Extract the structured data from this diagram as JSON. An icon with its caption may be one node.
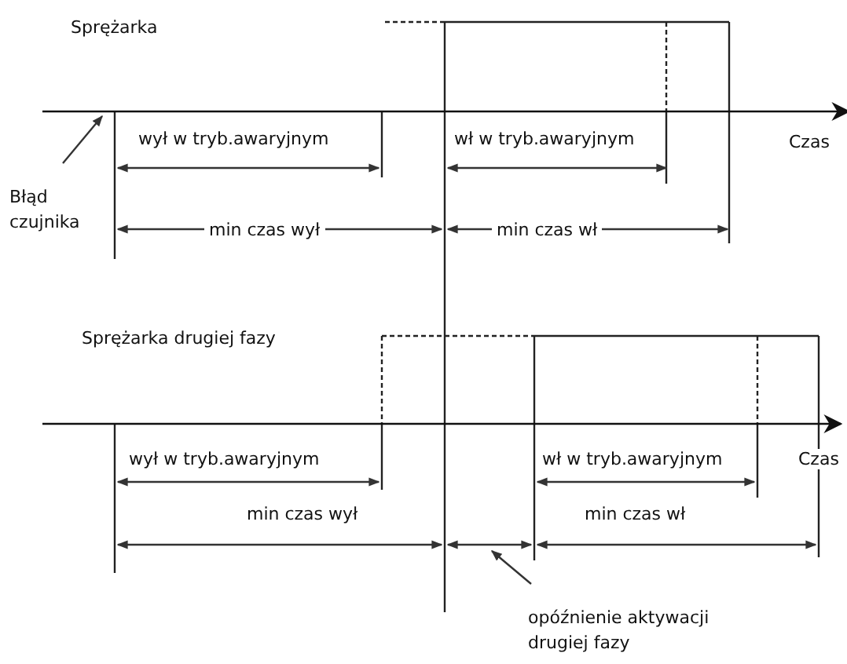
{
  "diagram": {
    "nodes": [
      {
        "text": [
          "Błąd czujnika"
        ]
      },
      {
        "text": [
          "opóźnienie aktywacji drugiej fazy"
        ]
      },
      {
        "text": [],
        "shape": "line"
      },
      {
        "text": [],
        "shape": "line"
      }
    ],
    "edges": [
      {
        "from": 0,
        "to": 2,
        "arrow": "to"
      },
      {
        "from": 1,
        "to": 3,
        "arrow": "to"
      }
    ],
    "labels": [
      "Sprężarka",
      "wył w tryb.awaryjnym",
      "wł w tryb.awaryjnym",
      "Czas",
      "min czas wył",
      "min czas wł",
      "Sprężarka drugiej fazy",
      "wył w tryb.awaryjnym",
      "wł w tryb.awaryjnym",
      "Czas",
      "min czas wył",
      "min czas wł"
    ]
  }
}
